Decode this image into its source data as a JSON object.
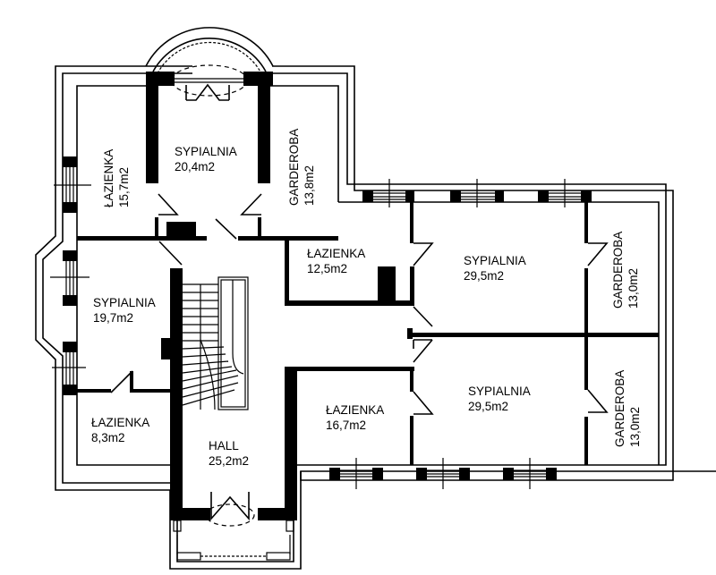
{
  "plan": {
    "type": "floor-plan",
    "rooms": [
      {
        "id": "lazienka-nw",
        "name": "ŁAZIENKA",
        "area": "15,7m2",
        "orientation": "vertical"
      },
      {
        "id": "sypialnia-n",
        "name": "SYPIALNIA",
        "area": "20,4m2",
        "orientation": "horizontal"
      },
      {
        "id": "garderoba-n",
        "name": "GARDEROBA",
        "area": "13,8m2",
        "orientation": "vertical"
      },
      {
        "id": "lazienka-c",
        "name": "ŁAZIENKA",
        "area": "12,5m2",
        "orientation": "horizontal"
      },
      {
        "id": "sypialnia-ne",
        "name": "SYPIALNIA",
        "area": "29,5m2",
        "orientation": "horizontal"
      },
      {
        "id": "garderoba-ne",
        "name": "GARDEROBA",
        "area": "13,0m2",
        "orientation": "vertical"
      },
      {
        "id": "sypialnia-w",
        "name": "SYPIALNIA",
        "area": "19,7m2",
        "orientation": "horizontal"
      },
      {
        "id": "lazienka-sw",
        "name": "ŁAZIENKA",
        "area": "8,3m2",
        "orientation": "horizontal"
      },
      {
        "id": "hall",
        "name": "HALL",
        "area": "25,2m2",
        "orientation": "horizontal"
      },
      {
        "id": "lazienka-s",
        "name": "ŁAZIENKA",
        "area": "16,7m2",
        "orientation": "horizontal"
      },
      {
        "id": "sypialnia-se",
        "name": "SYPIALNIA",
        "area": "29,5m2",
        "orientation": "horizontal"
      },
      {
        "id": "garderoba-se",
        "name": "GARDEROBA",
        "area": "13,0m2",
        "orientation": "vertical"
      }
    ]
  }
}
